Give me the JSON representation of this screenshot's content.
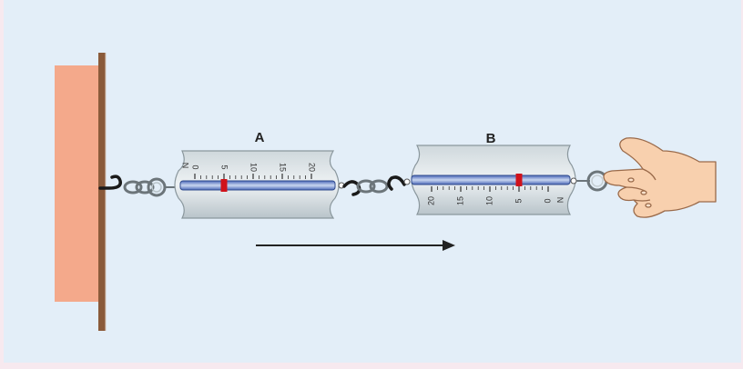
{
  "scale_a": {
    "label": "A",
    "unit_label": "N",
    "ticks": [
      "0",
      "5",
      "10",
      "15",
      "20"
    ],
    "reading": 5
  },
  "scale_b": {
    "label": "B",
    "unit_label": "N",
    "ticks": [
      "0",
      "5",
      "10",
      "15",
      "20"
    ],
    "reading": 5
  },
  "colors": {
    "background": "#e3eef8",
    "wall": "#f4a98b",
    "wall_edge": "#8a5a3a",
    "indicator": "#d0121b",
    "arrow": "#222222",
    "skin": "#f8d0ae"
  },
  "icons": {
    "hand": "hand-pulling-icon",
    "arrow": "pull-direction-arrow"
  }
}
